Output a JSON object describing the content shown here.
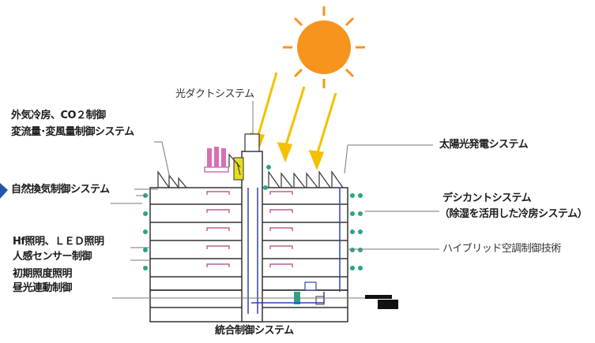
{
  "labels": {
    "outside_air": "外気冷房、CO２制御",
    "variable_flow": "変流量･変風量制御システム",
    "light_duct": "光ダクトシステム",
    "natural_vent": "自然換気制御システム",
    "hf_lighting": "Hf照明、ＬＥＤ照明",
    "motion_sensor": "人感センサー制御",
    "task_ambient": "初期照度照明",
    "daylight": "昼光連動制御",
    "solar_power": "太陽光発電システム",
    "desiccant": "デシカントシステム",
    "desiccant_note": "（除湿を活用した冷房システム）",
    "hybrid_ac": "ハイブリッド空調制御技術",
    "integrated": "統合制御システム"
  },
  "colors": {
    "sun": "#f7941d",
    "sun_ray": "#f2c100",
    "building_line": "#333333",
    "duct_blue": "#3344aa",
    "arrow_blue": "#2255aa",
    "pink": "#d86fb8",
    "accent_teal": "#2aa58a",
    "equipment_yellow": "#e6dc1e"
  },
  "icons": {
    "sun": "sun-icon",
    "entry_arrow": "arrow-right-icon"
  }
}
